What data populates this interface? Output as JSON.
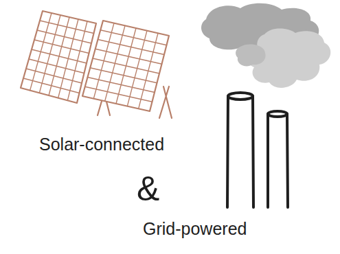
{
  "diagram": {
    "labels": [
      "Solar-connected",
      "&",
      "Grid-powered"
    ]
  }
}
